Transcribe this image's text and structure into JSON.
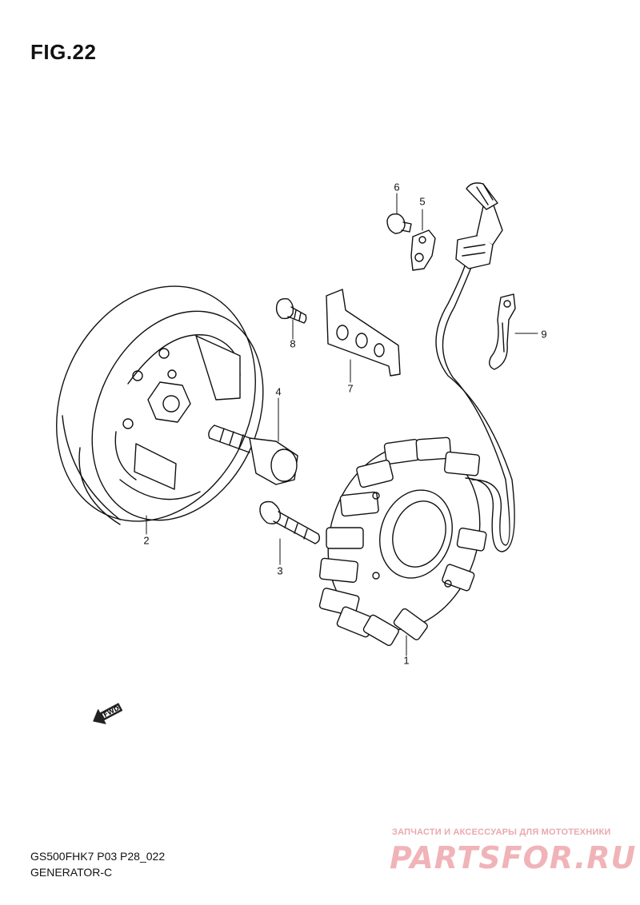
{
  "figure": {
    "title": "FIG.22"
  },
  "callouts": [
    {
      "number": "1"
    },
    {
      "number": "2"
    },
    {
      "number": "3"
    },
    {
      "number": "4"
    },
    {
      "number": "5"
    },
    {
      "number": "6"
    },
    {
      "number": "7"
    },
    {
      "number": "8"
    },
    {
      "number": "9"
    }
  ],
  "direction_marker": {
    "label": "FWD",
    "icon": "fwd-arrow-icon"
  },
  "footer": {
    "model_code": "GS500FHK7 P03 P28_022",
    "section_name": "GENERATOR-C"
  },
  "watermark": {
    "tagline": "ЗАПЧАСТИ И АКСЕССУАРЫ ДЛЯ МОТОТЕХНИКИ",
    "brand": "PARTSFOR.RU",
    "color": "#f0b4b8"
  }
}
